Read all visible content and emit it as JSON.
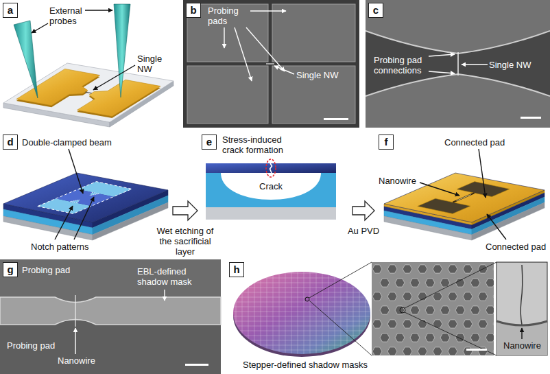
{
  "diagram": {
    "nodes": [
      {
        "text": [
          "a",
          "External probes",
          "Single NW"
        ]
      },
      {
        "text": [
          "b",
          "Probing pads",
          "Single NW"
        ]
      },
      {
        "text": [
          "c",
          "Probing pad connections",
          "Single NW"
        ]
      },
      {
        "text": [
          "d",
          "Double-clamped beam",
          "Notch patterns"
        ]
      },
      {
        "text": [
          "e",
          "Stress-induced crack formation",
          "Crack"
        ]
      },
      {
        "text": [
          "f",
          "Connected pad",
          "Nanowire",
          "Connected pad"
        ]
      },
      {
        "text": [
          "g",
          "Probing pad",
          "EBL-defined shadow mask",
          "Probing pad",
          "Nanowire"
        ]
      },
      {
        "text": [
          "h",
          "Stepper-defined shadow masks",
          "Nanowire"
        ]
      }
    ],
    "edges": [
      {
        "from": 3,
        "to": 4,
        "label": "Wet etching of the sacrificial layer",
        "arrow": "to"
      },
      {
        "from": 4,
        "to": 5,
        "label": "Au PVD",
        "arrow": "to"
      }
    ]
  }
}
